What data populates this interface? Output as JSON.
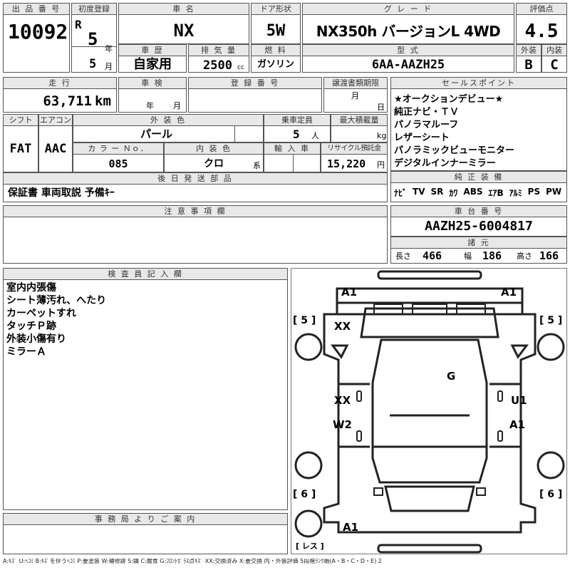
{
  "header": {
    "lot_label": "出 品 番 号",
    "lot_no": "10092",
    "reg_label": "初度登録",
    "reg_era": "R",
    "reg_year": "5",
    "year_unit": "年",
    "reg_month": "5",
    "month_unit": "月",
    "name_label": "車 名",
    "name": "NX",
    "door_label": "ドア形状",
    "door": "5W",
    "grade_label": "グ レ ー ド",
    "grade": "NX350h バージョンL 4WD",
    "score_label": "評価点",
    "score": "4.5",
    "history_label": "車 歴",
    "history": "自家用",
    "disp_label": "排 気 量",
    "disp": "2500",
    "disp_unit": "cc",
    "fuel_label": "燃 料",
    "fuel": "ガソリン",
    "model_label": "型 式",
    "model": "6AA-AAZH25",
    "ext_label": "外装",
    "ext": "B",
    "int_label": "内装",
    "int": "C"
  },
  "row2": {
    "mileage_label": "走 行",
    "mileage": "63,711",
    "mileage_unit": "km",
    "inspect_label": "車 検",
    "inspect_year": "年",
    "inspect_month": "月",
    "plate_label": "登 録 番 号",
    "transfer_label": "譲渡書類期限",
    "transfer_month": "月",
    "transfer_day": "日",
    "shift_label": "シフト",
    "shift": "FAT",
    "ac_label": "エアコン",
    "ac": "AAC",
    "color_label": "外 装 色",
    "color": "パール",
    "cap_label": "乗車定員",
    "cap": "5",
    "cap_unit": "人",
    "load_label": "最大積載量",
    "load_unit": "kg",
    "colorno_label": "カ ラ ー Ｎｏ．",
    "colorno": "085",
    "intcolor_label": "内 装 色",
    "intcolor": "クロ",
    "intcolor_unit": "系",
    "import_label": "輸 入 車",
    "recycle_label": "リサイクル預託金",
    "recycle": "15,220",
    "recycle_unit": "円",
    "later_label": "後 日 発 送 部 品",
    "later": "保証書 車両取説 予備ｷｰ"
  },
  "sales": {
    "label": "セールスポイント",
    "points": [
      "★オークションデビュー★",
      "純正ナビ・ＴＶ",
      "パノラマルーフ",
      "レザーシート",
      "パノラミックビューモニター",
      "デジタルインナーミラー"
    ],
    "equip_label": "純 正 装 備",
    "equip": [
      "ﾅﾋﾞ",
      "TV",
      "SR",
      "ｶﾜ",
      "ABS",
      "ｴｱB",
      "ｱﾙﾐ",
      "PS",
      "PW"
    ]
  },
  "notes": {
    "label": "注 意 事 項 欄"
  },
  "chassis": {
    "label": "車 台 番 号",
    "no": "AAZH25-6004817",
    "dims_label": "諸 元",
    "len_label": "長さ",
    "len": "466",
    "wid_label": "幅",
    "wid": "186",
    "hgt_label": "高さ",
    "hgt": "166"
  },
  "inspector": {
    "label": "検 査 員 記 入 欄",
    "lines": [
      "室内内張傷",
      "シート薄汚れ、へたり",
      "カーペットすれ",
      "タッチＰ跡",
      "外装小傷有り",
      "ミラーＡ"
    ]
  },
  "office": {
    "label": "事 務 局 よ り ご 案 内"
  },
  "diagram": {
    "marks": [
      "A1",
      "A1",
      "XX",
      "G",
      "XX",
      "U1",
      "W2",
      "A1",
      "A1"
    ],
    "tires": [
      "[ 5 ]",
      "[ 5 ]",
      "[ 6 ]",
      "[ 6 ]"
    ],
    "spare": "[ レス ]"
  },
  "legend": "A:ｷｽﾞ U:ﾍｺﾐ B:ｷｽﾞを伴うﾍｺﾐ P:要塗装 W:補修跡 S:錆 C:腐食 G:ﾌﾛﾝﾄｶﾞﾗｽ点ｷｽﾞ XX:交換済み X:要交換 内・外装評価 5段階ﾗﾝｸ順(A・B・C・D・E) 2"
}
